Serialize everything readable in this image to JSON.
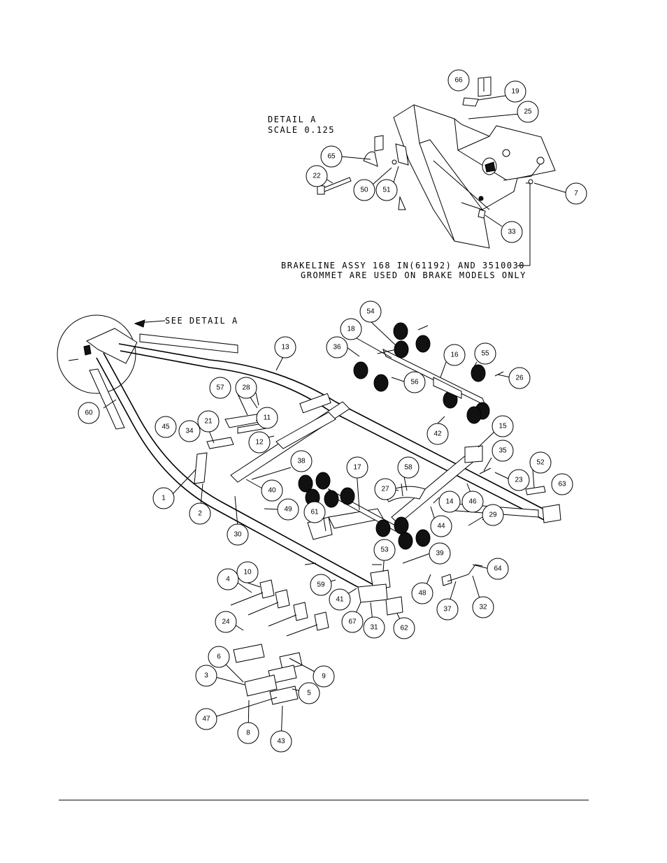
{
  "detail": {
    "title": "DETAIL  A",
    "scale": "SCALE  0.125",
    "see_detail": "SEE DETAIL  A"
  },
  "notes": {
    "brakeline_1": "BRAKELINE ASSY 168 IN(61192) AND 3510030",
    "brakeline_2": "GROMMET ARE USED ON BRAKE MODELS ONLY"
  },
  "callouts": [
    "66",
    "19",
    "25",
    "65",
    "22",
    "50",
    "51",
    "7",
    "33",
    "54",
    "18",
    "36",
    "16",
    "55",
    "26",
    "56",
    "13",
    "57",
    "28",
    "11",
    "12",
    "45",
    "34",
    "21",
    "1",
    "2",
    "38",
    "40",
    "49",
    "30",
    "60",
    "42",
    "15",
    "35",
    "52",
    "63",
    "23",
    "46",
    "14",
    "17",
    "58",
    "27",
    "44",
    "29",
    "61",
    "53",
    "39",
    "64",
    "10",
    "4",
    "59",
    "41",
    "67",
    "31",
    "62",
    "48",
    "37",
    "32",
    "24",
    "6",
    "9",
    "3",
    "5",
    "47",
    "8",
    "43"
  ],
  "colors": {
    "ink": "#000000",
    "paper": "#ffffff"
  }
}
